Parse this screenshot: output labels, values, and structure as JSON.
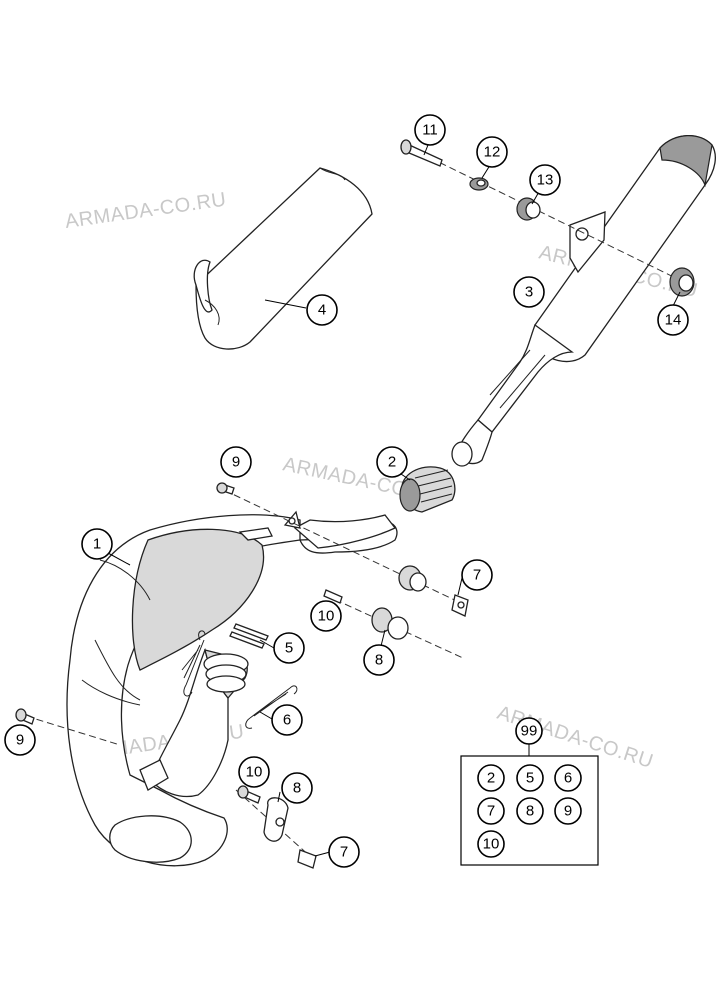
{
  "watermark": {
    "text": "ARMADA-CO.RU"
  },
  "callouts": {
    "c1": "1",
    "c2": "2",
    "c3": "3",
    "c4": "4",
    "c5": "5",
    "c6": "6",
    "c7a": "7",
    "c7b": "7",
    "c8a": "8",
    "c8b": "8",
    "c9a": "9",
    "c9b": "9",
    "c10a": "10",
    "c10b": "10",
    "c11": "11",
    "c12": "12",
    "c13": "13",
    "c14": "14"
  },
  "kit": {
    "label": "99",
    "items": [
      "2",
      "5",
      "6",
      "7",
      "8",
      "9",
      "10"
    ]
  }
}
